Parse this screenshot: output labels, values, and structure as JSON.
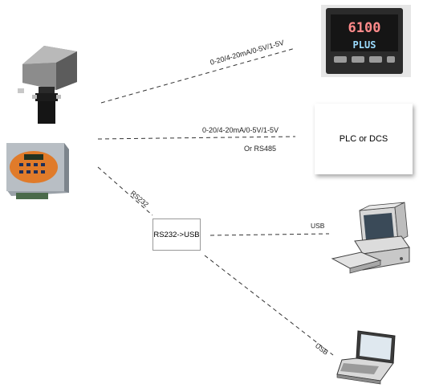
{
  "labels": {
    "line1": "0-20/4-20mA/0-5V/1-5V",
    "line2": "0-20/4-20mA/0-5V/1-5V",
    "line2_sub": "Or   RS485",
    "rs232": "RS232",
    "usb_pc": "USB",
    "usb_laptop": "USB"
  },
  "boxes": {
    "converter": "RS232->USB",
    "plc": "PLC or DCS"
  },
  "controller_display": {
    "line1": "6100",
    "line2": "PLUS"
  },
  "icons": [
    "level-sensor-icon",
    "control-unit-icon",
    "panel-controller-icon",
    "desktop-pc-icon",
    "laptop-icon"
  ]
}
